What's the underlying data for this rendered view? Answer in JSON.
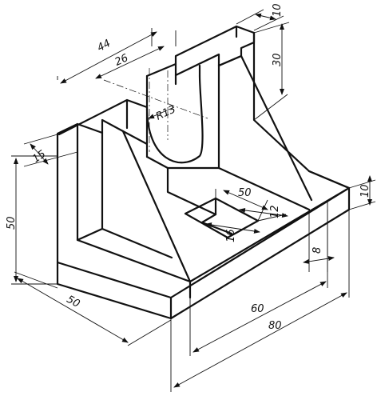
{
  "drawing": {
    "dimensions": {
      "d44": "44",
      "d26": "26",
      "dR13": "R13",
      "d15": "15",
      "d50_height": "50",
      "d50_depth": "50",
      "d10_top": "10",
      "d30": "30",
      "d10_base": "10",
      "d50_hole": "50",
      "d12": "12",
      "d16": "16",
      "d8": "8",
      "d60": "60",
      "d80": "80"
    }
  }
}
